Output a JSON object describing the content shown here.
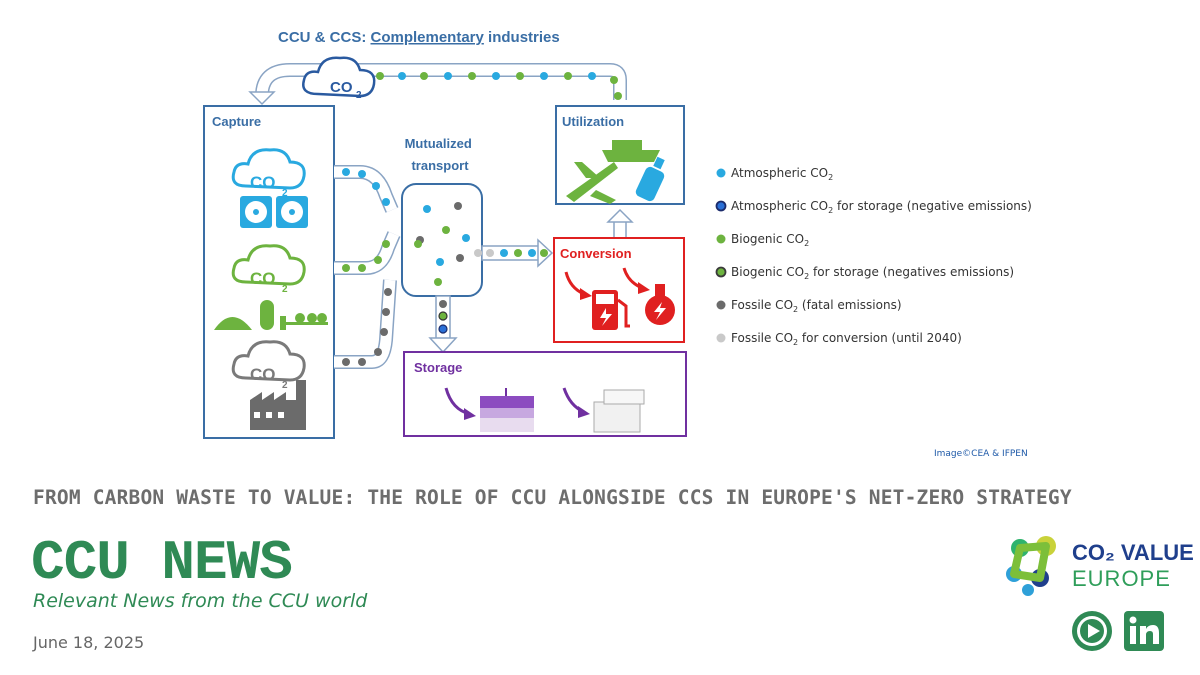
{
  "diagram": {
    "title_part1": "CCU & CCS: ",
    "title_part2": "Complementary",
    "title_part3": " industries",
    "cloud_label": "CO",
    "cloud_sub": "2",
    "capture": "Capture",
    "transport_line1": "Mutualized",
    "transport_line2": "transport",
    "utilization": "Utilization",
    "conversion": "Conversion",
    "storage": "Storage"
  },
  "legend": [
    {
      "pre": "Atmospheric CO",
      "post": "",
      "color": "#29a9e0",
      "ring": ""
    },
    {
      "pre": "Atmospheric CO",
      "post": " for storage (negative emissions)",
      "color": "#2a6fd6",
      "ring": "#1b2b6b"
    },
    {
      "pre": "Biogenic CO",
      "post": "",
      "color": "#6db33f",
      "ring": ""
    },
    {
      "pre": "Biogenic CO",
      "post": " for storage (negatives emissions)",
      "color": "#6db33f",
      "ring": "#3a3a3a"
    },
    {
      "pre": "Fossile CO",
      "post": " (fatal emissions)",
      "color": "#6b6b6b",
      "ring": ""
    },
    {
      "pre": "Fossile CO",
      "post": " for conversion (until 2040)",
      "color": "#c9c9c9",
      "ring": ""
    }
  ],
  "credit": "Image©CEA & IFPEN",
  "headline": "FROM CARBON WASTE TO VALUE: THE ROLE OF CCU ALONGSIDE CCS IN EUROPE'S NET-ZERO STRATEGY",
  "brand": "CCU NEWS",
  "tagline": "Relevant News from the CCU world",
  "date": "June 18, 2025",
  "logo": {
    "line1": "CO₂ VALUE",
    "line2": "EUROPE"
  },
  "colors": {
    "green": "#2f8a55",
    "navy": "#1f3f8c",
    "blue": "#2a64a8",
    "red": "#e02020",
    "purple": "#7030a0"
  }
}
